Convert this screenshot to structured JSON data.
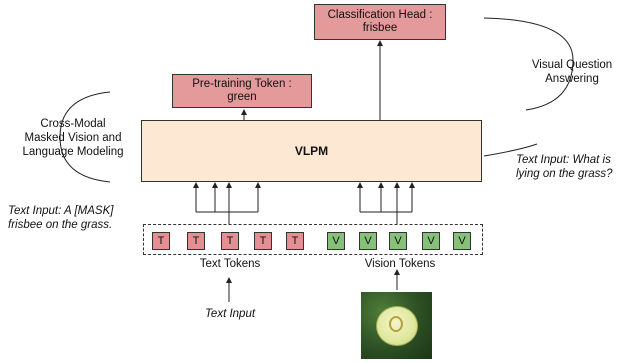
{
  "nodes": {
    "classification_head": "Classification Head :\nfrisbee",
    "pretraining_token": "Pre-training Token :\ngreen",
    "vlpm": "VLPM"
  },
  "tokens": {
    "text_letter": "T",
    "vision_letter": "V",
    "text_label": "Text Tokens",
    "vision_label": "Vision Tokens"
  },
  "labels": {
    "vqa": "Visual Question\nAnswering",
    "cross_modal": "Cross-Modal\nMasked Vision and\nLanguage Modeling",
    "vqa_input": "Text Input: What is\nlying on the grass?",
    "mvlm_input": "Text Input: A [MASK]\nfrisbee on the grass.",
    "text_input": "Text Input"
  },
  "colors": {
    "head_fill": "#e4999b",
    "vlpm_fill": "#fde9d3",
    "text_token_fill": "#e48f92",
    "vision_token_fill": "#86c07a"
  }
}
